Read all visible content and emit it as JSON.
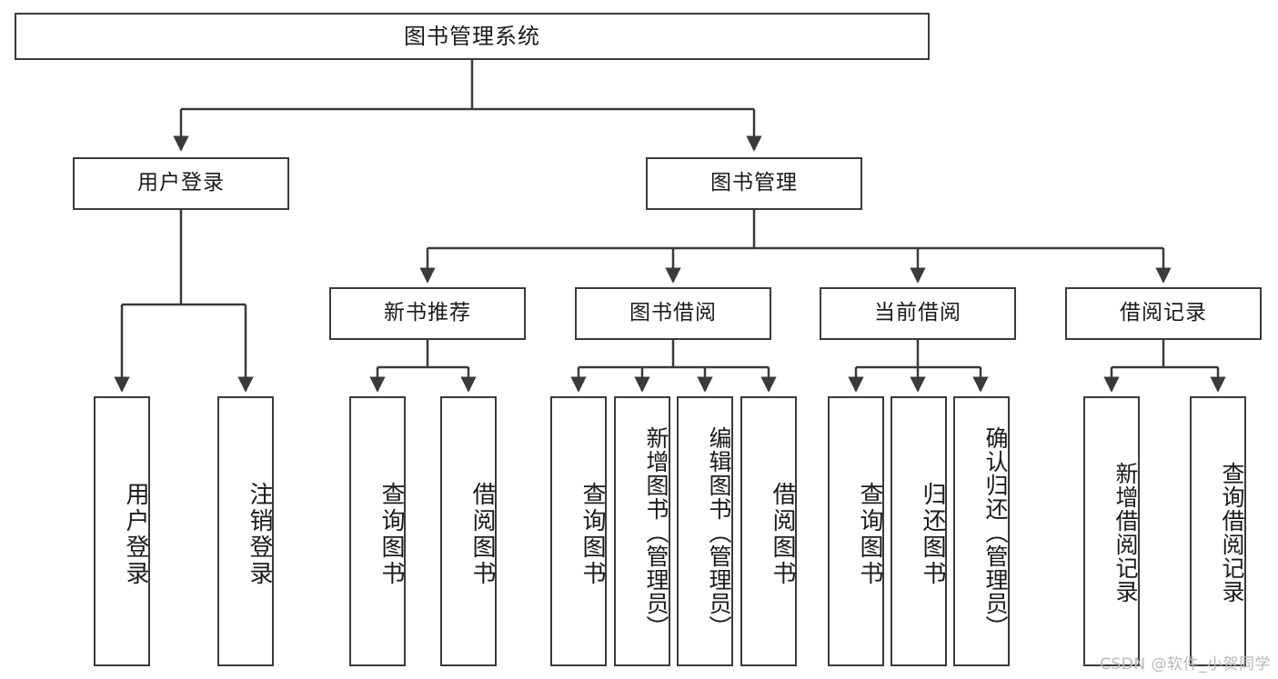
{
  "diagram": {
    "title_node": {
      "label": "图书管理系统"
    },
    "level2": [
      {
        "id": "user-login",
        "label": "用户登录"
      },
      {
        "id": "book-manage",
        "label": "图书管理"
      }
    ],
    "level3": [
      {
        "id": "new-book-recommend",
        "label": "新书推荐"
      },
      {
        "id": "book-borrow",
        "label": "图书借阅"
      },
      {
        "id": "current-borrow",
        "label": "当前借阅"
      },
      {
        "id": "borrow-record",
        "label": "借阅记录"
      }
    ],
    "leaves": [
      {
        "id": "leaf-user-login",
        "label": "用户登录"
      },
      {
        "id": "leaf-logout-login",
        "label": "注销登录"
      },
      {
        "id": "leaf-query-book-1",
        "label": "查询图书"
      },
      {
        "id": "leaf-borrow-book-1",
        "label": "借阅图书"
      },
      {
        "id": "leaf-query-book-2",
        "label": "查询图书"
      },
      {
        "id": "leaf-add-book",
        "label": "新增图书（管理员）"
      },
      {
        "id": "leaf-edit-book",
        "label": "编辑图书（管理员）"
      },
      {
        "id": "leaf-borrow-book-2",
        "label": "借阅图书"
      },
      {
        "id": "leaf-query-book-3",
        "label": "查询图书"
      },
      {
        "id": "leaf-return-book",
        "label": "归还图书"
      },
      {
        "id": "leaf-confirm-return",
        "label": "确认归还（管理员）"
      },
      {
        "id": "leaf-add-record",
        "label": "新增借阅记录"
      },
      {
        "id": "leaf-query-record",
        "label": "查询借阅记录"
      }
    ]
  },
  "watermark": {
    "text": "CSDN @软件_小贺同学"
  },
  "colors": {
    "stroke": "#3a3a3a",
    "background": "#ffffff",
    "text": "#1a1a1a",
    "watermark": "#b8b8b8"
  }
}
